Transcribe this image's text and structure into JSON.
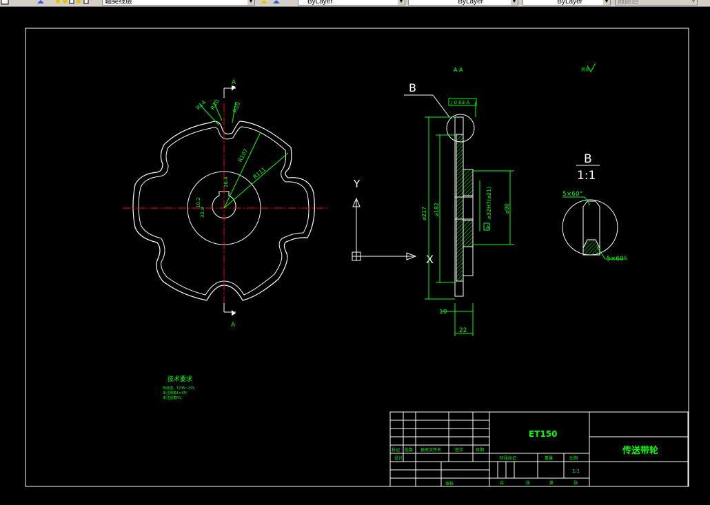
{
  "toolbar": {
    "layer_name": "轴类线层",
    "color_value": "ByLayer",
    "linetype_value": "ByLayer",
    "lineweight_value": "ByLayer",
    "plotstyle_value": "随颜色",
    "dropdown_arrow": "▼"
  },
  "drawing": {
    "section_label": "A-A",
    "section_mark_top": "A",
    "section_mark_bottom": "A",
    "roughness_note": "其余",
    "detail_callout": "B",
    "detail_title": "B",
    "detail_scale": "1:1",
    "chamfer_top": "5×60°",
    "chamfer_bottom": "5×60°",
    "radii": [
      "R14",
      "R10",
      "R10",
      "R107",
      "R111"
    ],
    "keyway_dims": [
      "26.4",
      "32.8",
      "10.2"
    ],
    "dim_217": "⌀217",
    "dim_182": "⌀182",
    "dim_90": "⌀90",
    "dim_bore": "⌀32H7(⌀21)",
    "dim_10": "10",
    "dim_22": "22",
    "tolerance_frame": "/ 0.03 A",
    "datum": "A",
    "ucs_y": "Y",
    "ucs_x": "X",
    "ucs_x_right": "X"
  },
  "tech_req": {
    "title": "技术要求",
    "lines": [
      "热处理，T235~255",
      "未注倒角1×45°",
      "未注圆角R1。"
    ]
  },
  "title_block": {
    "part_name": "ET150",
    "drawing_name": "传送带轮",
    "header_cells": [
      "标记",
      "处数",
      "更改文件名",
      "签字",
      "日期"
    ],
    "design": "设计",
    "review": "审核",
    "stage_mark": "阶段标记",
    "weight": "重量",
    "ratio": "比例",
    "scale_value": "1:1",
    "sheet_total": "共",
    "sheet_label": "张",
    "sheet_no": "第",
    "sheet_label2": "张"
  },
  "colors": {
    "background": "#000000",
    "geometry": "#ffffff",
    "dimension": "#00ff00",
    "centerline": "#ff0000",
    "toolbar": "#d4d0c8"
  }
}
